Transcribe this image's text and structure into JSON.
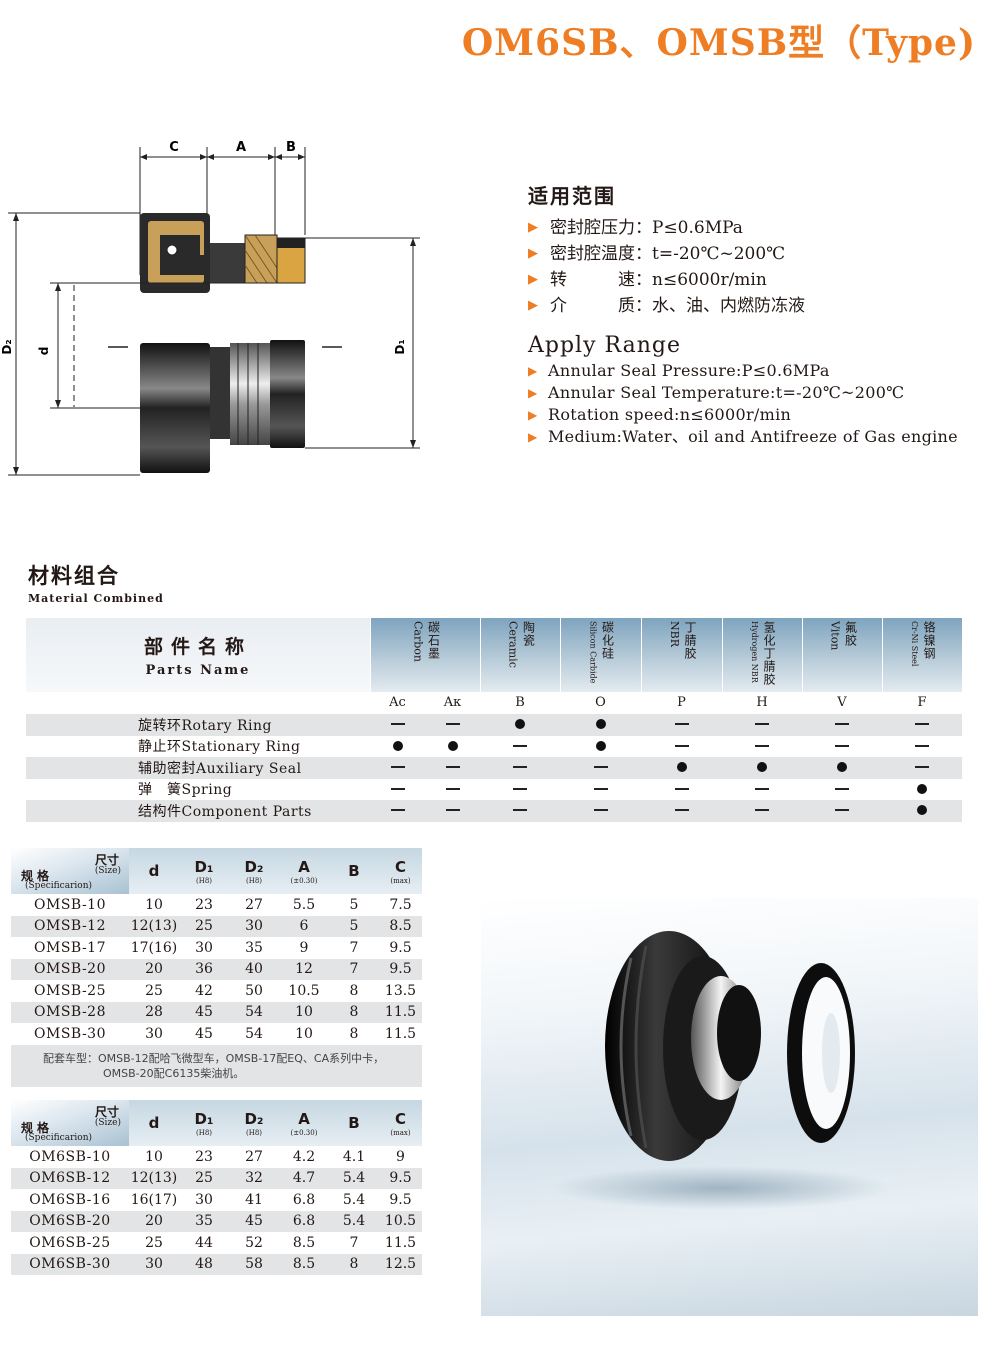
{
  "title": "OM6SB、OMSB型（Type)",
  "diagram": {
    "label_c": "C",
    "label_a": "A",
    "label_b": "B",
    "label_d2": "D₂",
    "label_d": "d",
    "label_d1": "D₁"
  },
  "apply_cn": {
    "heading": "适用范围",
    "rows": [
      {
        "key": "密封腔压力：",
        "value": "P≤0.6MPa"
      },
      {
        "key": "密封腔温度：",
        "value": "t=-20℃~200℃"
      },
      {
        "key": "转　　　速：",
        "value": "n≤6000r/min"
      },
      {
        "key": "介　　　质：",
        "value": "水、油、内燃防冻液"
      }
    ]
  },
  "apply_en": {
    "heading": "Apply Range",
    "rows": [
      "Annular Seal Pressure:P≤0.6MPa",
      "Annular Seal Temperature:t=-20℃~200℃",
      "Rotation speed:n≤6000r/min",
      "Medium:Water、oil and Antifreeze of Gas engine"
    ]
  },
  "material": {
    "title_cn": "材料组合",
    "title_en": "Material Combined",
    "parts_cn": "部件名称",
    "parts_en": "Parts Name",
    "groups": [
      {
        "cn": "碳石墨",
        "en": "Carbon",
        "codes": [
          "Ac",
          "Aκ"
        ]
      },
      {
        "cn": "陶瓷",
        "en": "Ceramic",
        "codes": [
          "B"
        ]
      },
      {
        "cn": "碳化硅",
        "en": "Silicon Carbide",
        "codes": [
          "O"
        ]
      },
      {
        "cn": "丁腈胶",
        "en": "NBR",
        "codes": [
          "P"
        ]
      },
      {
        "cn": "氢化丁腈胶",
        "en": "Hydrogen NBR",
        "codes": [
          "H"
        ]
      },
      {
        "cn": "氟胶",
        "en": "Viton",
        "codes": [
          "V"
        ]
      },
      {
        "cn": "铬镍钢",
        "en": "Cr-Ni Steel",
        "codes": [
          "F"
        ]
      }
    ],
    "rows": [
      {
        "name": "旋转环Rotary Ring",
        "marks": [
          "dash",
          "dash",
          "dot",
          "dot",
          "dash",
          "dash",
          "dash",
          "dash"
        ]
      },
      {
        "name": "静止环Stationary Ring",
        "marks": [
          "dot",
          "dot",
          "dash",
          "dot",
          "dash",
          "dash",
          "dash",
          "dash"
        ]
      },
      {
        "name": "辅助密封Auxiliary Seal",
        "marks": [
          "dash",
          "dash",
          "dash",
          "dash",
          "dot",
          "dot",
          "dot",
          "dash"
        ]
      },
      {
        "name": "弹　簧Spring",
        "marks": [
          "dash",
          "dash",
          "dash",
          "dash",
          "dash",
          "dash",
          "dash",
          "dot"
        ]
      },
      {
        "name": "结构件Component Parts",
        "marks": [
          "dash",
          "dash",
          "dash",
          "dash",
          "dash",
          "dash",
          "dash",
          "dot"
        ]
      }
    ]
  },
  "size_header": {
    "size_cn": "尺寸",
    "size_en": "(Size)",
    "spec_cn": "规格",
    "spec_en": "(Specificarion)",
    "cols": [
      {
        "m": "d",
        "s": ""
      },
      {
        "m": "D₁",
        "s": "(H8)"
      },
      {
        "m": "D₂",
        "s": "(H8)"
      },
      {
        "m": "A",
        "s": "(±0.30)"
      },
      {
        "m": "B",
        "s": ""
      },
      {
        "m": "C",
        "s": "(max)"
      }
    ]
  },
  "omsb_table": {
    "rows": [
      {
        "name": "OMSB-10",
        "v": [
          "10",
          "23",
          "27",
          "5.5",
          "5",
          "7.5"
        ]
      },
      {
        "name": "OMSB-12",
        "v": [
          "12(13)",
          "25",
          "30",
          "6",
          "5",
          "8.5"
        ]
      },
      {
        "name": "OMSB-17",
        "v": [
          "17(16)",
          "30",
          "35",
          "9",
          "7",
          "9.5"
        ]
      },
      {
        "name": "OMSB-20",
        "v": [
          "20",
          "36",
          "40",
          "12",
          "7",
          "9.5"
        ]
      },
      {
        "name": "OMSB-25",
        "v": [
          "25",
          "42",
          "50",
          "10.5",
          "8",
          "13.5"
        ]
      },
      {
        "name": "OMSB-28",
        "v": [
          "28",
          "45",
          "54",
          "10",
          "8",
          "11.5"
        ]
      },
      {
        "name": "OMSB-30",
        "v": [
          "30",
          "45",
          "54",
          "10",
          "8",
          "11.5"
        ]
      }
    ],
    "note_line1": "配套车型：OMSB-12配哈飞微型车，OMSB-17配EQ、CA系列中卡，",
    "note_line2": "OMSB-20配C6135柴油机。"
  },
  "om6sb_table": {
    "rows": [
      {
        "name": "OM6SB-10",
        "v": [
          "10",
          "23",
          "27",
          "4.2",
          "4.1",
          "9"
        ]
      },
      {
        "name": "OM6SB-12",
        "v": [
          "12(13)",
          "25",
          "32",
          "4.7",
          "5.4",
          "9.5"
        ]
      },
      {
        "name": "OM6SB-16",
        "v": [
          "16(17)",
          "30",
          "41",
          "6.8",
          "5.4",
          "9.5"
        ]
      },
      {
        "name": "OM6SB-20",
        "v": [
          "20",
          "35",
          "45",
          "6.8",
          "5.4",
          "10.5"
        ]
      },
      {
        "name": "OM6SB-25",
        "v": [
          "25",
          "44",
          "52",
          "8.5",
          "7",
          "11.5"
        ]
      },
      {
        "name": "OM6SB-30",
        "v": [
          "30",
          "48",
          "58",
          "8.5",
          "8",
          "12.5"
        ]
      }
    ]
  },
  "colors": {
    "accent": "#ee7d23",
    "header_blue": "#7ea4bf",
    "row_shade": "#e3e4e5"
  }
}
